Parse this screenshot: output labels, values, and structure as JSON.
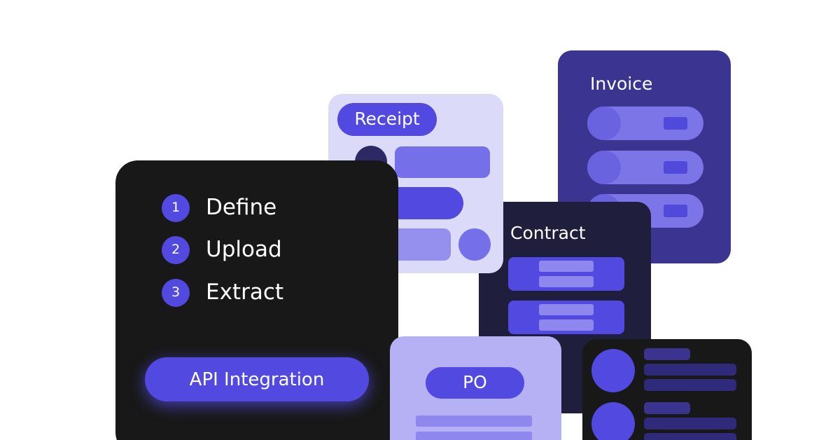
{
  "invoice_card": {
    "title": "Invoice"
  },
  "contract_card": {
    "title": "Contract"
  },
  "receipt_card": {
    "title": "Receipt"
  },
  "steps_card": {
    "steps": [
      {
        "number": "1",
        "label": "Define"
      },
      {
        "number": "2",
        "label": "Upload"
      },
      {
        "number": "3",
        "label": "Extract"
      }
    ],
    "button_label": "API Integration"
  },
  "po_card": {
    "title": "PO"
  },
  "colors": {
    "accent": "#5149e0",
    "invoice_bg": "#3b3490",
    "contract_bg": "#201e3d",
    "receipt_bg": "#dcdaf9",
    "po_bg": "#b6b1f4",
    "dark_bg": "#181818"
  }
}
